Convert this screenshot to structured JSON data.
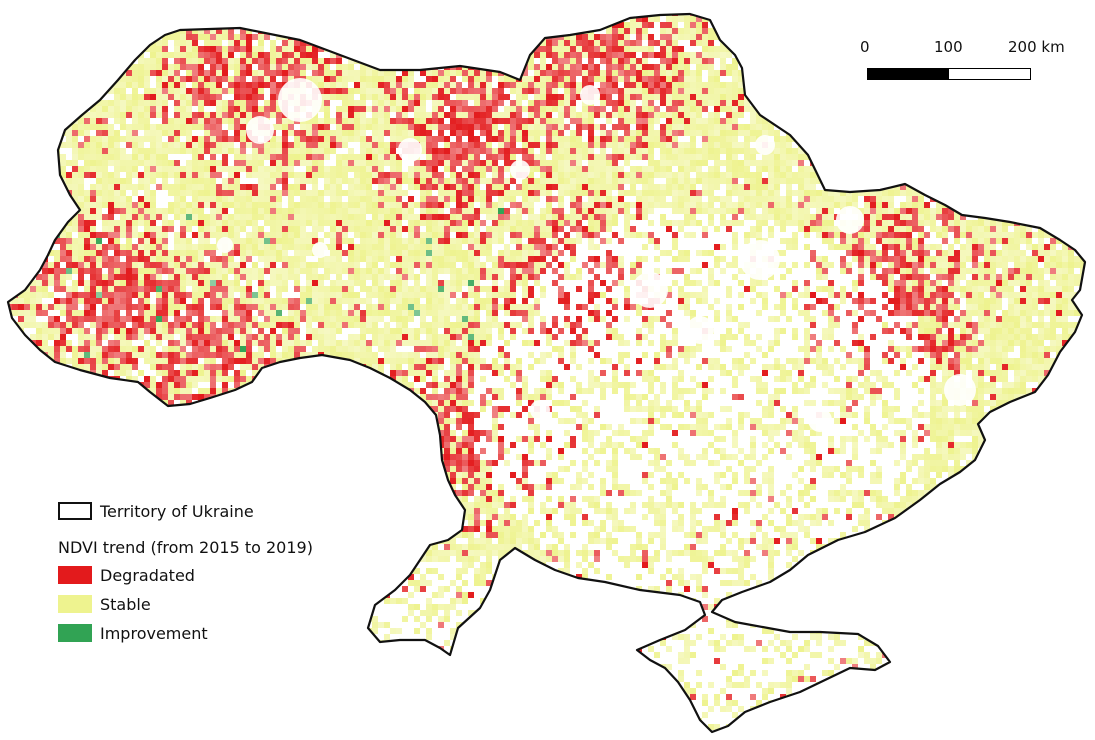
{
  "scale_bar": {
    "label_0": "0",
    "label_100": "100",
    "label_200": "200 km"
  },
  "legend": {
    "boundary_label": "Territory of Ukraine",
    "title": "NDVI trend (from 2015 to 2019)",
    "items": [
      {
        "label": "Degradated",
        "color": "#e31a1c"
      },
      {
        "label": "Stable",
        "color": "#eef38f"
      },
      {
        "label": "Improvement",
        "color": "#31a354"
      }
    ]
  },
  "colors": {
    "degraded": "#e31a1c",
    "stable": "#eef38f",
    "improvement": "#31a354",
    "boundary": "#111111",
    "background": "#ffffff"
  }
}
